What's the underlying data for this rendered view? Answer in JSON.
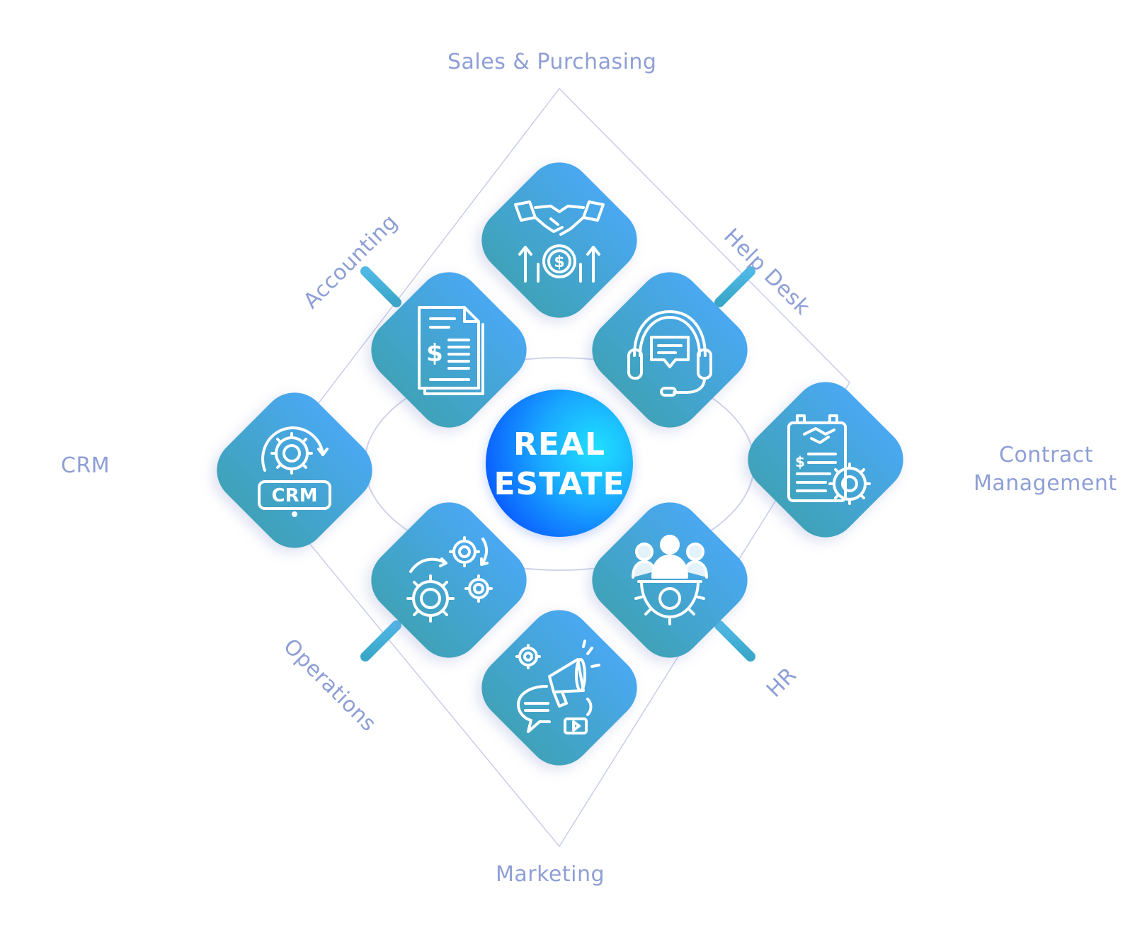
{
  "hub": {
    "line1": "REAL",
    "line2": "ESTATE"
  },
  "modules": {
    "sales": {
      "label": "Sales & Purchasing",
      "icon": "handshake-money-icon"
    },
    "helpdesk": {
      "label": "Help Desk",
      "icon": "headset-chat-icon"
    },
    "contract": {
      "label": "Contract",
      "label2": "Management",
      "icon": "contract-gear-icon"
    },
    "hr": {
      "label": "HR",
      "icon": "team-gear-icon"
    },
    "marketing": {
      "label": "Marketing",
      "icon": "megaphone-icon"
    },
    "operations": {
      "label": "Operations",
      "icon": "gears-icon"
    },
    "crm": {
      "label": "CRM",
      "icon": "crm-gear-icon",
      "badge": "CRM"
    },
    "accounting": {
      "label": "Accounting",
      "icon": "invoice-dollar-icon"
    }
  },
  "colors": {
    "tile_top": "#4aa8f2",
    "tile_bottom": "#3fa2b8",
    "label": "#8e9fd6",
    "connector": "#48b3d6",
    "outline": "#c8cdea"
  }
}
